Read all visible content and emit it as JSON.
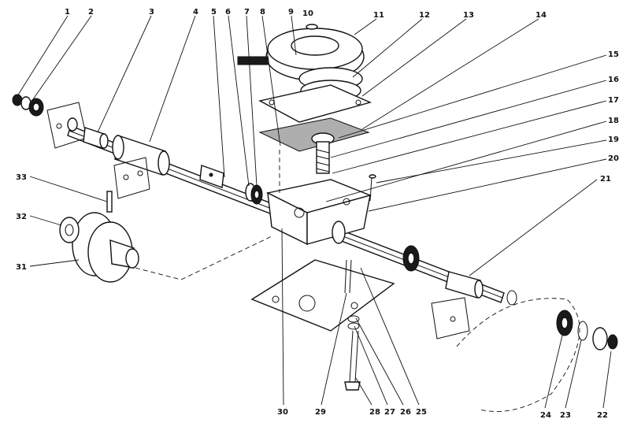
{
  "diagram": {
    "type": "exploded-parts-view",
    "callouts": [
      {
        "id": "c1",
        "label": "1"
      },
      {
        "id": "c2",
        "label": "2"
      },
      {
        "id": "c3",
        "label": "3"
      },
      {
        "id": "c4",
        "label": "4"
      },
      {
        "id": "c5",
        "label": "5"
      },
      {
        "id": "c6",
        "label": "6"
      },
      {
        "id": "c7",
        "label": "7"
      },
      {
        "id": "c8",
        "label": "8"
      },
      {
        "id": "c9",
        "label": "9"
      },
      {
        "id": "c10",
        "label": "10"
      },
      {
        "id": "c11",
        "label": "11"
      },
      {
        "id": "c12",
        "label": "12"
      },
      {
        "id": "c13",
        "label": "13"
      },
      {
        "id": "c14",
        "label": "14"
      },
      {
        "id": "c15",
        "label": "15"
      },
      {
        "id": "c16",
        "label": "16"
      },
      {
        "id": "c17",
        "label": "17"
      },
      {
        "id": "c18",
        "label": "18"
      },
      {
        "id": "c19",
        "label": "19"
      },
      {
        "id": "c20",
        "label": "20"
      },
      {
        "id": "c21",
        "label": "21"
      },
      {
        "id": "c22",
        "label": "22"
      },
      {
        "id": "c23",
        "label": "23"
      },
      {
        "id": "c24",
        "label": "24"
      },
      {
        "id": "c25",
        "label": "25"
      },
      {
        "id": "c26",
        "label": "26"
      },
      {
        "id": "c27",
        "label": "27"
      },
      {
        "id": "c28",
        "label": "28"
      },
      {
        "id": "c29",
        "label": "29"
      },
      {
        "id": "c30",
        "label": "30"
      },
      {
        "id": "c31",
        "label": "31"
      },
      {
        "id": "c32",
        "label": "32"
      },
      {
        "id": "c33",
        "label": "33"
      }
    ]
  }
}
